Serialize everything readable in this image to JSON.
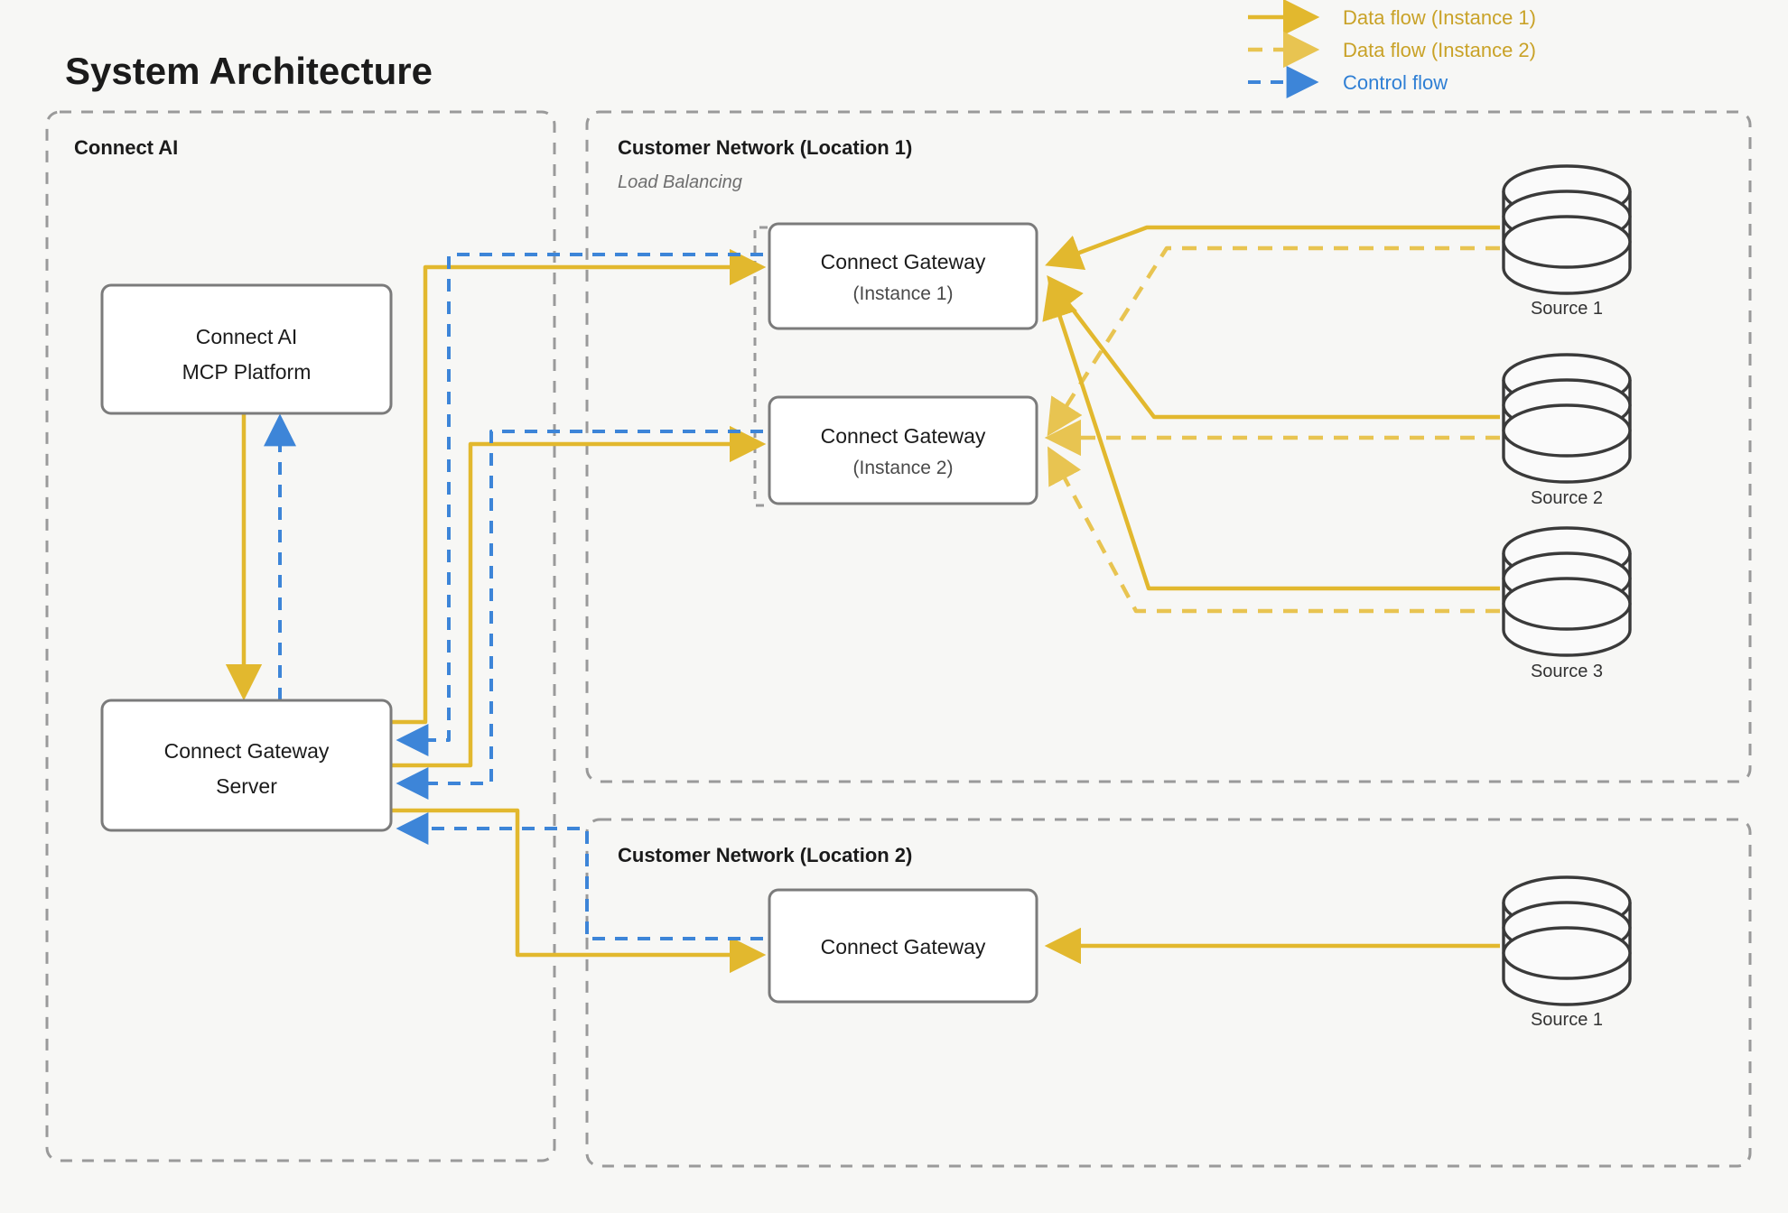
{
  "page": {
    "title": "System Architecture",
    "background_color": "#f7f7f5"
  },
  "colors": {
    "data_flow_instance_1": "#e2b82e",
    "data_flow_instance_2": "#e8c451",
    "control_flow": "#3d85d8",
    "node_border": "#7b7b7b",
    "group_border": "#9a9a9a",
    "text": "#1b1b1b"
  },
  "legend": {
    "items": [
      {
        "label": "Data flow (Instance 1)",
        "style": "solid",
        "color": "#e2b82e",
        "marker": "arrow-right-icon"
      },
      {
        "label": "Data flow (Instance 2)",
        "style": "dashed",
        "color": "#e2b82e",
        "marker": "arrow-right-icon"
      },
      {
        "label": "Control flow",
        "style": "dashed",
        "color": "#3d85d8",
        "marker": "arrow-right-icon"
      }
    ]
  },
  "groups": [
    {
      "id": "connect-ai",
      "title": "Connect AI",
      "subtitle": "",
      "nodes": [
        {
          "id": "mcp-platform",
          "title": "Connect AI",
          "subtitle": "MCP Platform"
        },
        {
          "id": "gateway-server",
          "title": "Connect Gateway",
          "subtitle": "Server"
        }
      ]
    },
    {
      "id": "customer-network-1",
      "title": "Customer Network (Location 1)",
      "subtitle": "Load Balancing",
      "nodes": [
        {
          "id": "gateway-instance-1",
          "title": "Connect Gateway",
          "subtitle": "(Instance 1)"
        },
        {
          "id": "gateway-instance-2",
          "title": "Connect Gateway",
          "subtitle": "(Instance 2)"
        }
      ],
      "sources": [
        {
          "id": "loc1-source-1",
          "label": "Source 1"
        },
        {
          "id": "loc1-source-2",
          "label": "Source 2"
        },
        {
          "id": "loc1-source-3",
          "label": "Source 3"
        }
      ]
    },
    {
      "id": "customer-network-2",
      "title": "Customer Network (Location 2)",
      "subtitle": "",
      "nodes": [
        {
          "id": "gateway-loc2",
          "title": "Connect Gateway",
          "subtitle": ""
        }
      ],
      "sources": [
        {
          "id": "loc2-source-1",
          "label": "Source 1"
        }
      ]
    }
  ]
}
